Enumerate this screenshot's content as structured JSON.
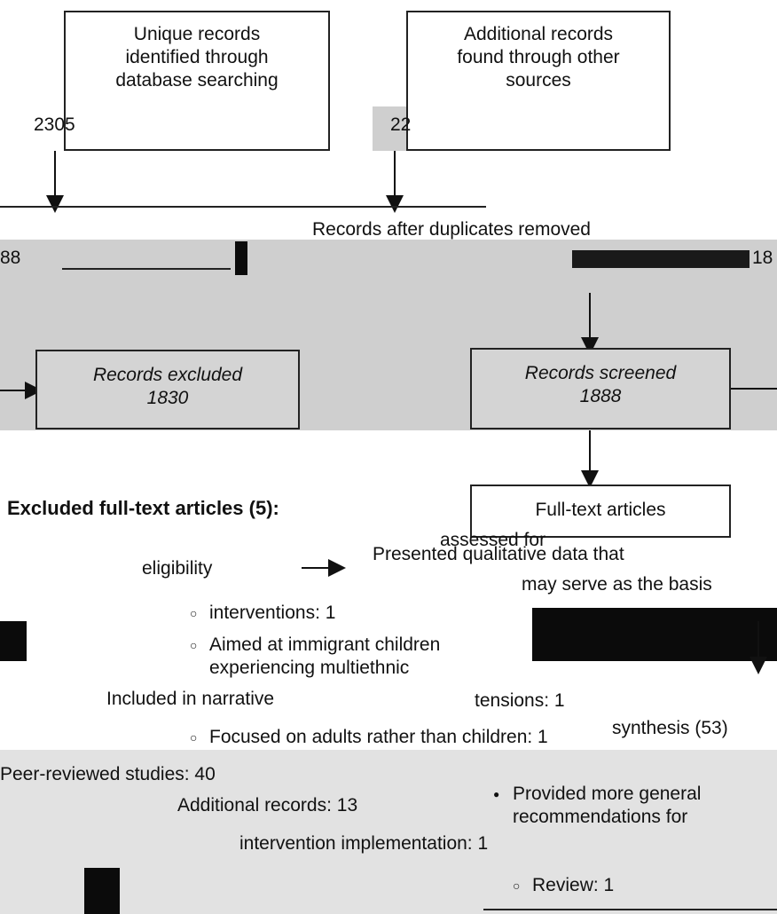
{
  "identification": {
    "unique_records": [
      "Unique records",
      "identified through",
      "database searching",
      "2305"
    ],
    "additional_records": [
      "Additional records",
      "found through other",
      "sources",
      "22"
    ]
  },
  "deduplication": {
    "label": "Records after duplicates removed",
    "left_fragment": "88",
    "right_fragment": "18"
  },
  "screening": {
    "excluded": [
      "Records excluded",
      "1830"
    ],
    "screened": [
      "Records screened",
      "1888"
    ]
  },
  "eligibility": {
    "full_text": [
      "Full-text articles",
      "assessed for",
      "eligibility"
    ],
    "excluded_heading": "Excluded full-text articles (5):",
    "excluded_reasons": [
      "interventions: 1",
      "Aimed at immigrant children experiencing multiethnic",
      "Focused on adults rather than children: 1"
    ],
    "other_reasons": [
      "Provided more general recommendations for",
      "intervention implementation: 1",
      "Review: 1"
    ]
  },
  "included": {
    "narrative_label": "Included in narrative",
    "synthesis_label": "synthesis (53)",
    "qualitative_fragment": [
      "Presented qualitative data that",
      "may serve as the basis"
    ],
    "peer_reviewed": "Peer-reviewed studies: 40",
    "additional": "Additional records: 13",
    "tensions": "tensions: 1"
  }
}
